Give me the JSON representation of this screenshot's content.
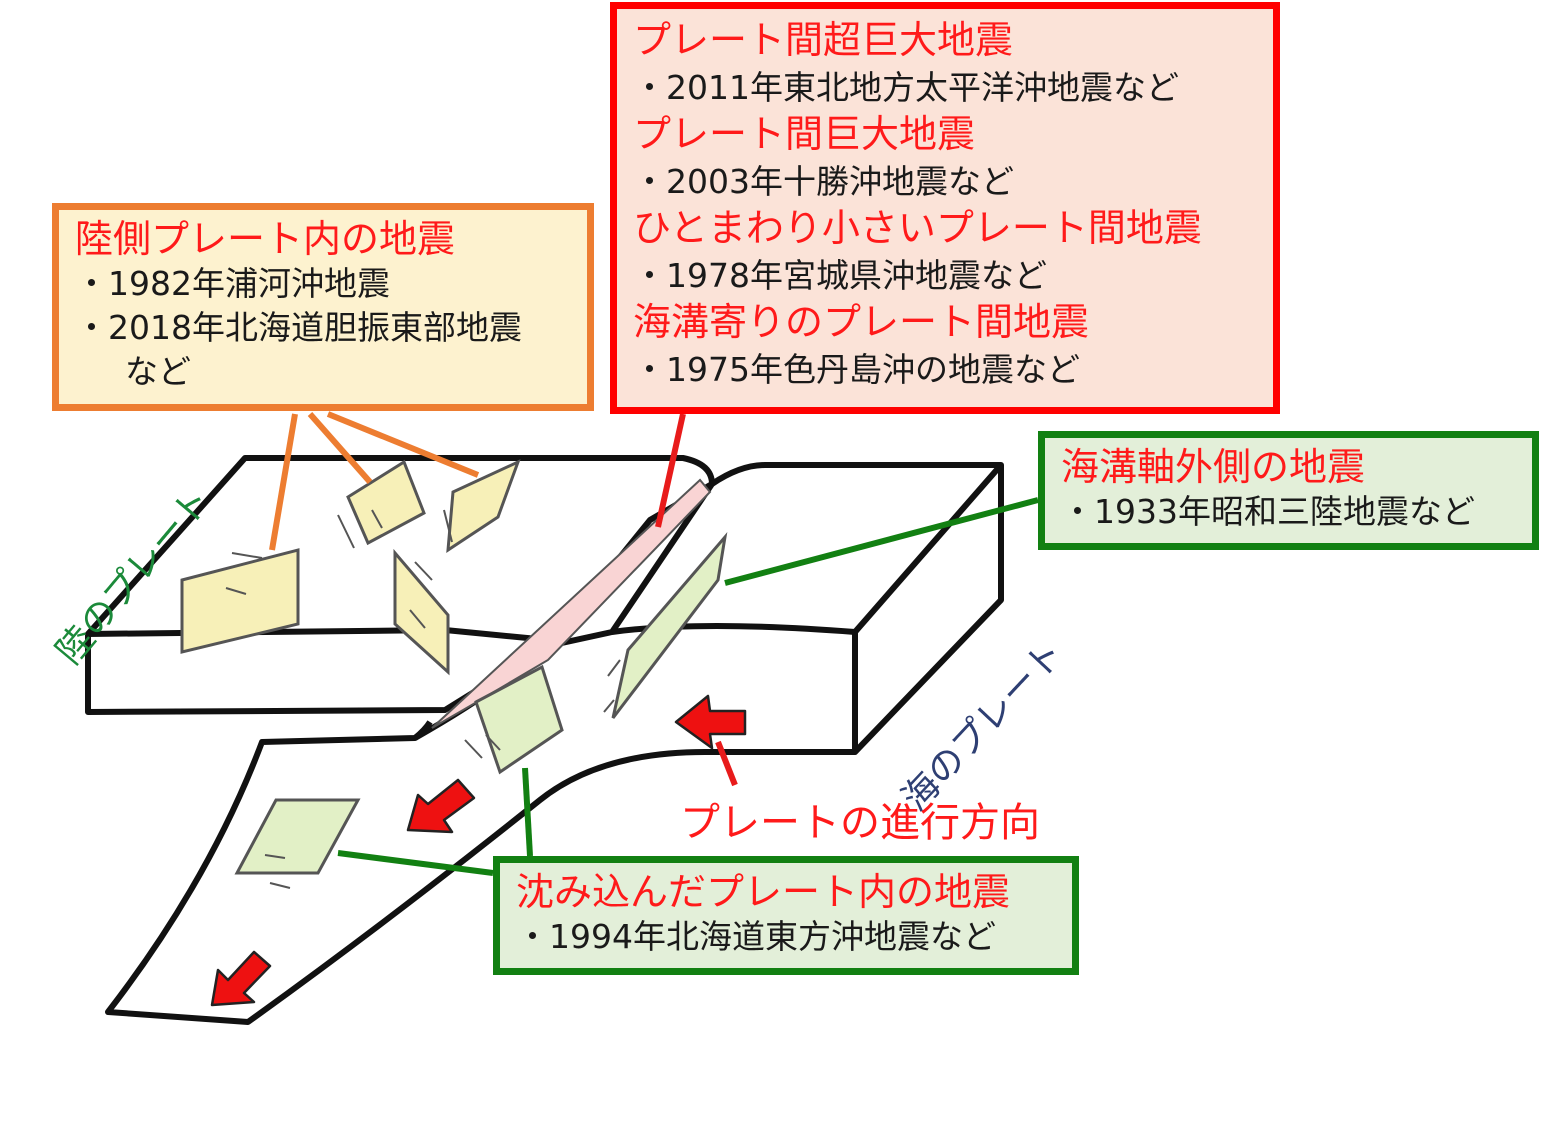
{
  "labels": {
    "land_plate": "陸のプレート",
    "ocean_plate": "海のプレート",
    "plate_direction": "プレートの進行方向"
  },
  "boxes": {
    "land_intraplate": {
      "heading": "陸側プレート内の地震",
      "items": [
        "・1982年浦河沖地震",
        "・2018年北海道胆振東部地震",
        "など"
      ]
    },
    "interplate": {
      "entries": [
        {
          "heading": "プレート間超巨大地震",
          "item": "・2011年東北地方太平洋沖地震など"
        },
        {
          "heading": "プレート間巨大地震",
          "item": "・2003年十勝沖地震など"
        },
        {
          "heading": "ひとまわり小さいプレート間地震",
          "item": "・1978年宮城県沖地震など"
        },
        {
          "heading": "海溝寄りのプレート間地震",
          "item": "・1975年色丹島沖の地震など"
        }
      ]
    },
    "outer_rise": {
      "heading": "海溝軸外側の地震",
      "items": [
        "・1933年昭和三陸地震など"
      ]
    },
    "slab": {
      "heading": "沈み込んだプレート内の地震",
      "items": [
        "・1994年北海道東方沖地震など"
      ]
    }
  },
  "colors": {
    "land_box_border": "#ed7d31",
    "land_box_fill": "#fdf2cf",
    "interplate_box_border": "#ff0000",
    "interplate_box_fill": "#fbe3d8",
    "green_box_border": "#128012",
    "green_box_fill": "#e3efd9",
    "heading_text": "#ff1a1a",
    "fault_yellow": "#f7f0b8",
    "fault_green": "#e2f0c6",
    "fault_pink": "#f9d4d4",
    "arrow_red": "#ee1111"
  }
}
